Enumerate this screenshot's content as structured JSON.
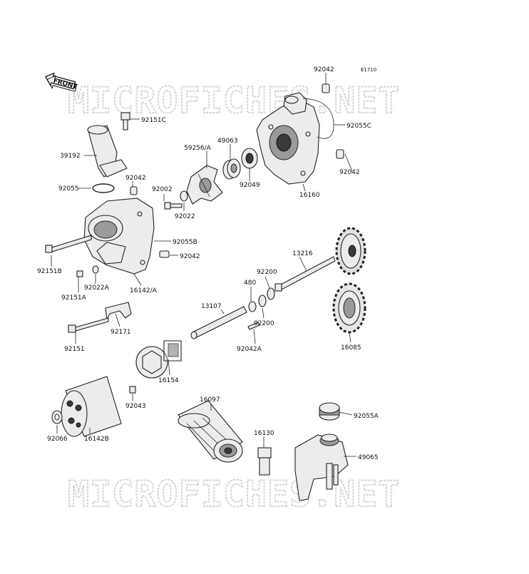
{
  "diagram": {
    "code": "E1710",
    "front_label": "FRONT",
    "watermark": "MICROFICHES.NET",
    "parts": {
      "p92042_top": "92042",
      "p92055C": "92055C",
      "p92042_right": "92042",
      "p16160": "16160",
      "p92151C": "92151C",
      "p39192": "39192",
      "p59256A": "59256/A",
      "p49063": "49063",
      "p92049": "92049",
      "p92042_mid": "92042",
      "p92055": "92055",
      "p92002": "92002",
      "p92022": "92022",
      "p92055B": "92055B",
      "p92042_low": "92042",
      "p92151B": "92151B",
      "p92022A": "92022A",
      "p92151A": "92151A",
      "p16142A": "16142/A",
      "p13216": "13216",
      "p92200_top": "92200",
      "p480": "480",
      "p92200_bot": "92200",
      "p13107": "13107",
      "p92171": "92171",
      "p92042A": "92042A",
      "p16085": "16085",
      "p92151": "92151",
      "p16154": "16154",
      "p92043": "92043",
      "p16097": "16097",
      "p16130": "16130",
      "p92055A": "92055A",
      "p49065": "49065",
      "p92066": "92066",
      "p16142B": "16142B"
    }
  }
}
